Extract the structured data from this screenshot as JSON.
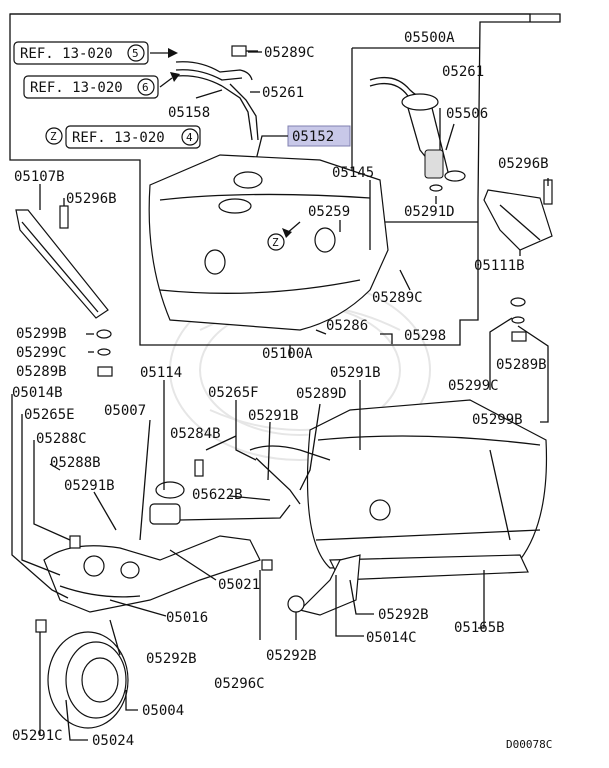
{
  "diagram": {
    "drawing_number": "D00078C",
    "highlighted_part": "05152",
    "refs": [
      {
        "text": "REF. 13-020",
        "num": "5"
      },
      {
        "text": "REF. 13-020",
        "num": "6"
      },
      {
        "text": "REF. 13-020",
        "num": "4",
        "marker": "Z"
      }
    ],
    "zoom_marker": "Z",
    "parts": {
      "p05289C_top": "05289C",
      "p05261_top": "05261",
      "p05158": "05158",
      "p05500A": "05500A",
      "p05261_pump": "05261",
      "p05506": "05506",
      "p05291D": "05291D",
      "p05152": "05152",
      "p05145": "05145",
      "p05259": "05259",
      "p05289C_mid": "05289C",
      "p05286": "05286",
      "p05298": "05298",
      "p05100A": "05100A",
      "p05107B": "05107B",
      "p05296B_left": "05296B",
      "p05296B_right": "05296B",
      "p05111B": "05111B",
      "p05299B_left": "05299B",
      "p05299C_left": "05299C",
      "p05289B_left": "05289B",
      "p05289B_right": "05289B",
      "p05299C_right": "05299C",
      "p05299B_right": "05299B",
      "p05014B": "05014B",
      "p05265E": "05265E",
      "p05288C": "05288C",
      "p05288B": "05288B",
      "p05291B_left": "05291B",
      "p05114": "05114",
      "p05007": "05007",
      "p05265F": "05265F",
      "p05284B": "05284B",
      "p05291B_mid": "05291B",
      "p05289D": "05289D",
      "p05291B_top": "05291B",
      "p05622B": "05622B",
      "p05021": "05021",
      "p05016": "05016",
      "p05292B_left": "05292B",
      "p05296C": "05296C",
      "p05292B_mid": "05292B",
      "p05292B_right": "05292B",
      "p05014C": "05014C",
      "p05165B": "05165B",
      "p05004": "05004",
      "p05291C": "05291C",
      "p05024": "05024"
    }
  }
}
